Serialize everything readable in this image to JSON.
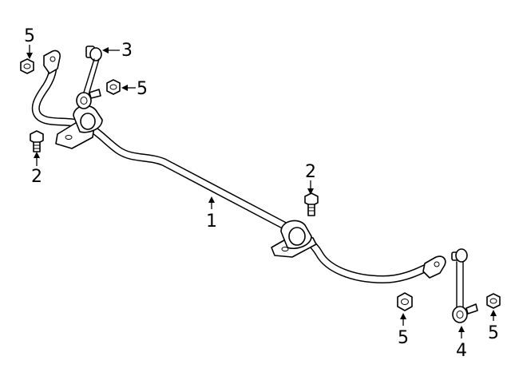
{
  "callouts": [
    {
      "id": "c-5-top-left",
      "label": "5"
    },
    {
      "id": "c-3",
      "label": "3"
    },
    {
      "id": "c-5-top-mid",
      "label": "5"
    },
    {
      "id": "c-2-left",
      "label": "2"
    },
    {
      "id": "c-2-right",
      "label": "2"
    },
    {
      "id": "c-1",
      "label": "1"
    },
    {
      "id": "c-5-bottom-mid",
      "label": "5"
    },
    {
      "id": "c-4",
      "label": "4"
    },
    {
      "id": "c-5-bottom-right",
      "label": "5"
    }
  ]
}
